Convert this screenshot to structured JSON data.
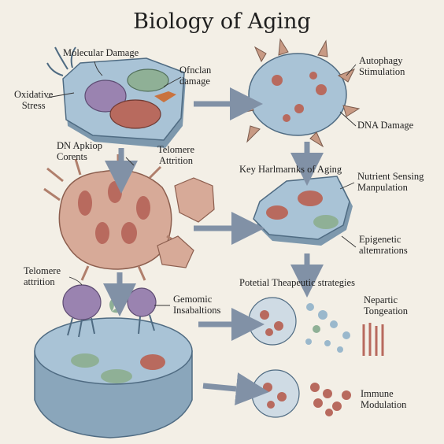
{
  "title": "Biology of Aging",
  "labels": {
    "molecular_damage": "Molecular Damage",
    "oxidative_stress": [
      "Oxidative",
      "Stress"
    ],
    "ofnclan_damage": [
      "Ofnclan",
      "damage"
    ],
    "autophagy": [
      "Autophagy",
      "Stimulation"
    ],
    "dna_damage": "DNA Damage",
    "dn_apkiop": [
      "DN Apkiop",
      "Corents"
    ],
    "telomere_attrition_top": [
      "Telomere",
      "Attrition"
    ],
    "key_hallmarks": "Key Harlmarnks of Aging",
    "nutrient_sensing": [
      "Nutrient Sensing",
      "Manpulation"
    ],
    "epigenetic": [
      "Epigenetic",
      "altemrations"
    ],
    "therapeutic": "Potetial Theapeutic strategies",
    "telomere_attrition_left": [
      "Telomere",
      "attrition"
    ],
    "genomic": [
      "Gemomic",
      "Insabaltions"
    ],
    "nepartic": [
      "Nepartic",
      "Tongeation"
    ],
    "immune": [
      "Immune",
      "Modulation"
    ]
  },
  "colors": {
    "background": "#f3efe6",
    "cell_blue": "#a9c3d6",
    "cell_pink": "#d7aa98",
    "nucleus_red": "#b86a5e",
    "nucleus_green": "#8fb096",
    "nucleus_purple": "#9a83b0",
    "arrow": "#8191a6"
  }
}
